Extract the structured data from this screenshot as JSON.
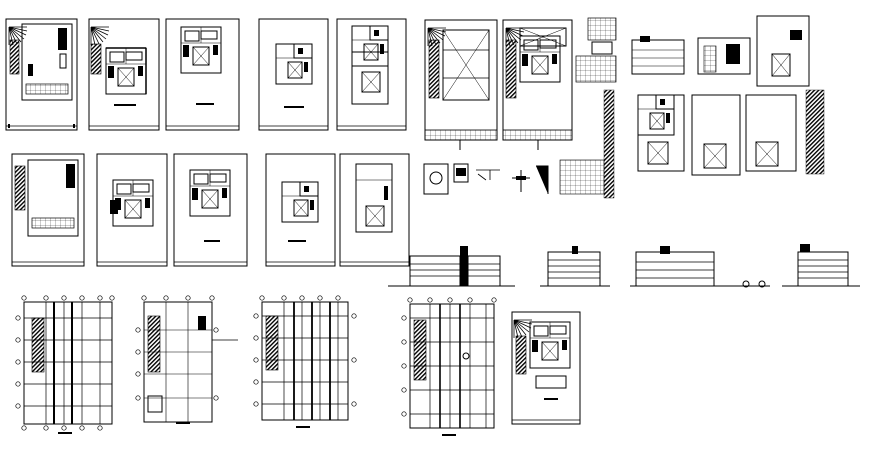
{
  "sheet": {
    "description_visible_text": "",
    "ink_color": "#000000",
    "paper_color": "#ffffff"
  },
  "groups": {
    "row1_plans": "floor-plan-sheets-row-1",
    "row2_plans": "floor-plan-sheets-row-2",
    "sections": "building-sections",
    "details": "construction-details",
    "elevations": "building-elevations",
    "structural": "structural-grid-plans"
  }
}
